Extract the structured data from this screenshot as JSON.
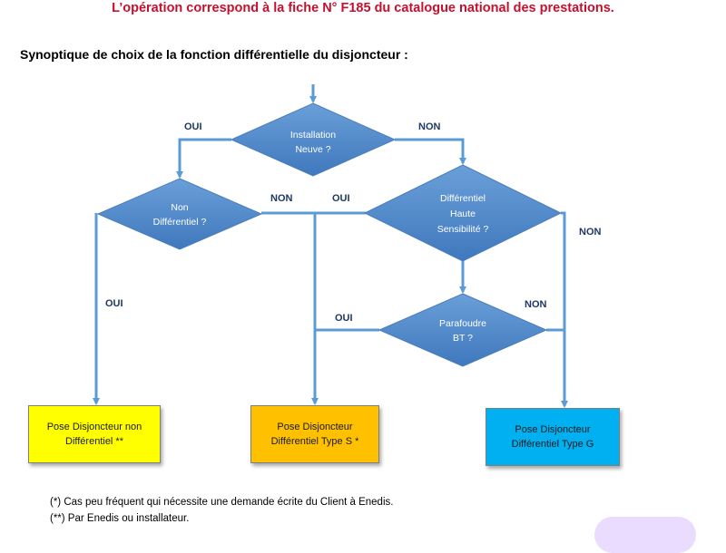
{
  "header": {
    "title": "L’opération correspond à la fiche N° F185 du catalogue national des prestations."
  },
  "subtitle": "Synoptique de choix de la fonction différentielle du disjoncteur :",
  "diagram": {
    "decisions": {
      "installation": [
        "Installation",
        "Neuve ?"
      ],
      "non_differentiel": [
        "Non",
        "Différentiel ?"
      ],
      "haute_sensibilite": [
        "Différentiel",
        "Haute",
        "Sensibilité ?"
      ],
      "parafoudre": [
        "Parafoudre",
        "BT ?"
      ]
    },
    "labels": {
      "installation_oui": "OUI",
      "installation_non": "NON",
      "nondiff_non": "NON",
      "hs_oui": "OUI",
      "hs_non": "NON",
      "nondiff_oui": "OUI",
      "parafoudre_non": "NON",
      "parafoudre_oui": "OUI"
    },
    "outcomes": {
      "yellow": {
        "line1": "Pose Disjoncteur non",
        "line2": "Différentiel **",
        "color": "#ffff00"
      },
      "orange": {
        "line1": "Pose Disjoncteur",
        "line2": "Différentiel Type S *",
        "color": "#ffc000"
      },
      "blue": {
        "line1": "Pose Disjoncteur",
        "line2": "Différentiel Type G",
        "color": "#00b0f0"
      }
    }
  },
  "notes": [
    "(*) Cas peu fréquent qui nécessite une demande écrite du Client à Enedis.",
    "(**) Par Enedis ou installateur."
  ],
  "colors": {
    "title_red": "#c8102e",
    "diamond": "#4a86c8",
    "connector": "#5b9bd5"
  }
}
